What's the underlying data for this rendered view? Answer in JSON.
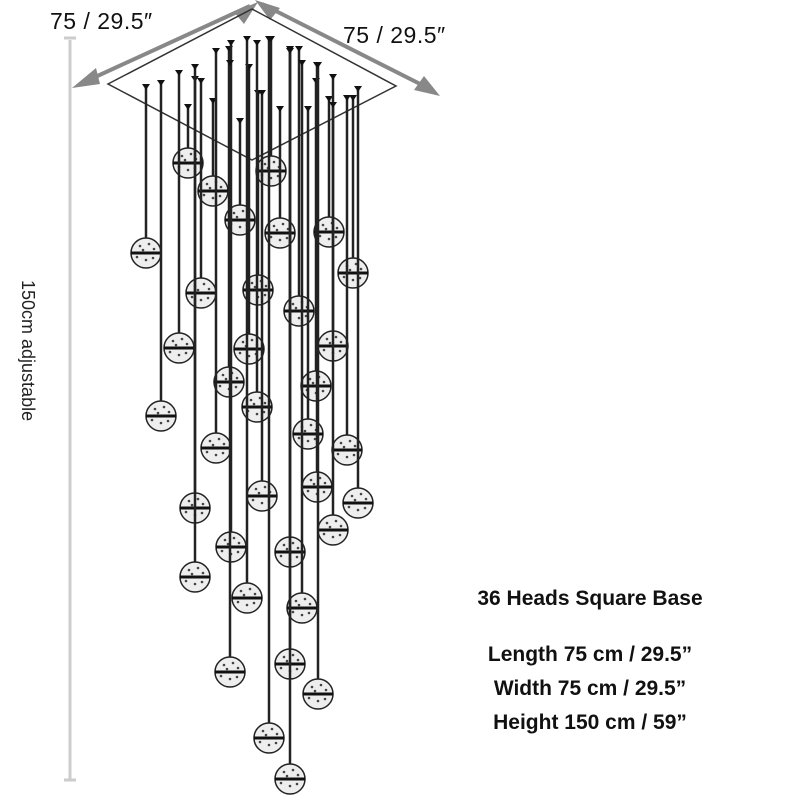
{
  "dimensions": {
    "length_label": "75 / 29.5″",
    "width_label": "75 / 29.5″",
    "height_label": "150cm adjustable"
  },
  "specs": {
    "title": "36 Heads Square Base",
    "lines": [
      "Length 75 cm / 29.5”",
      "Width 75 cm / 29.5”",
      "Height 150 cm / 59”"
    ]
  },
  "product": {
    "head_count": 36
  }
}
